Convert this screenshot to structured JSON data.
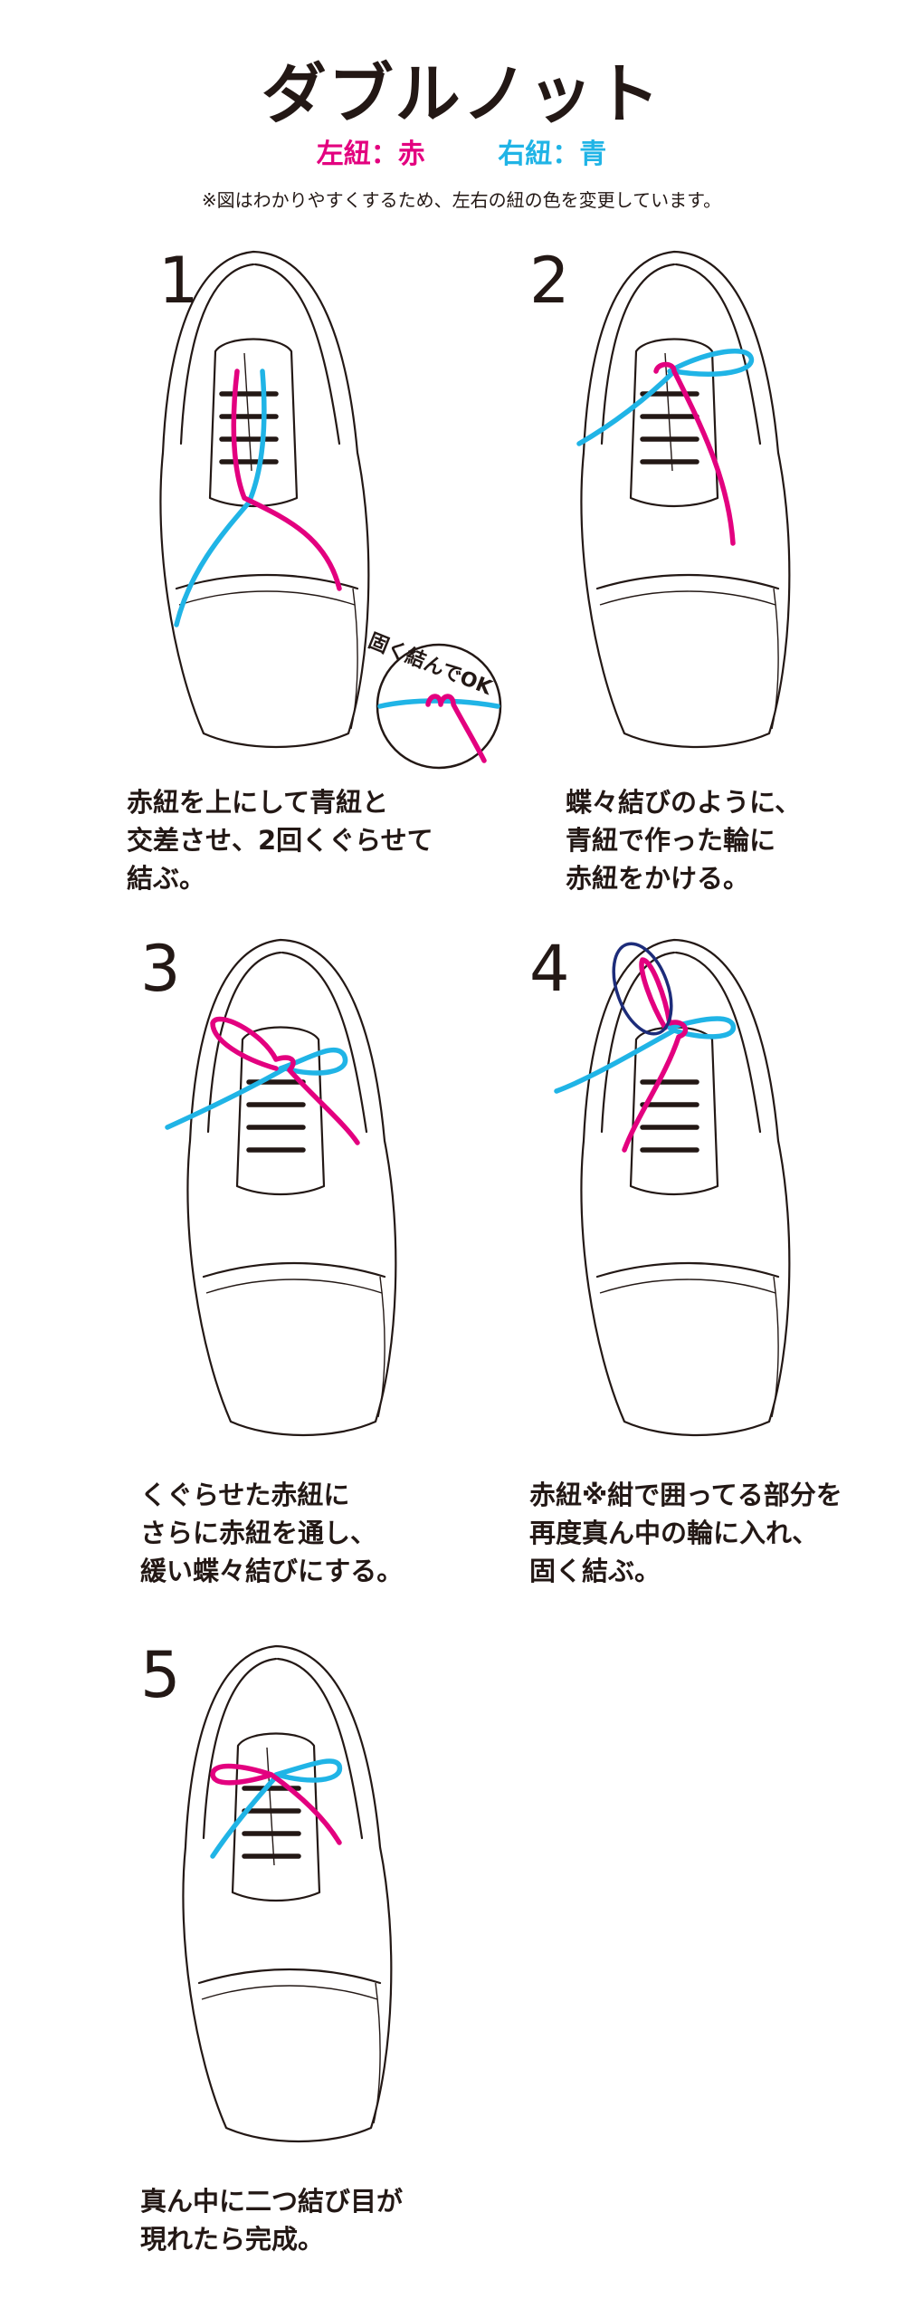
{
  "header": {
    "title": "ダブルノット",
    "legend_left": "左紐：赤",
    "legend_right": "右紐：青",
    "note": "※図はわかりやすくするため、左右の紐の色を変更しています。"
  },
  "colors": {
    "left_lace": "#e3007f",
    "right_lace": "#20b4e6",
    "highlight": "#1d2c7a",
    "outline": "#231815"
  },
  "inset": {
    "label": "固く結んでOK"
  },
  "steps": [
    {
      "number": "1",
      "caption": "赤紐を上にして青紐と\n交差させ、2回くぐらせて\n結ぶ。"
    },
    {
      "number": "2",
      "caption": "蝶々結びのように、\n青紐で作った輪に\n赤紐をかける。"
    },
    {
      "number": "3",
      "caption": "くぐらせた赤紐に\nさらに赤紐を通し、\n緩い蝶々結びにする。"
    },
    {
      "number": "4",
      "caption": "赤紐※紺で囲ってる部分を\n再度真ん中の輪に入れ、\n固く結ぶ。"
    },
    {
      "number": "5",
      "caption": "真ん中に二つ結び目が\n現れたら完成。"
    }
  ]
}
